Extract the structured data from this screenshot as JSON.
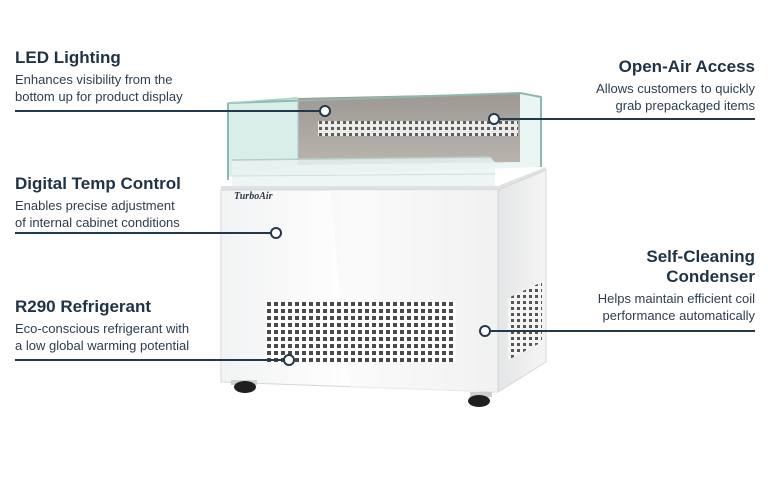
{
  "product": {
    "brand_label": "TurboAir"
  },
  "callouts": {
    "led": {
      "title": "LED Lighting",
      "desc_line1": "Enhances visibility from the",
      "desc_line2": "bottom up for product display"
    },
    "temp": {
      "title": "Digital Temp Control",
      "desc_line1": "Enables precise adjustment",
      "desc_line2": "of internal cabinet conditions"
    },
    "refrigerant": {
      "title": "R290 Refrigerant",
      "desc_line1": "Eco-conscious refrigerant with",
      "desc_line2": "a low global warming potential"
    },
    "open_air": {
      "title": "Open-Air Access",
      "desc_line1": "Allows customers to quickly",
      "desc_line2": "grab prepackaged items"
    },
    "condenser": {
      "title_line1": "Self-Cleaning",
      "title_line2": "Condenser",
      "desc_line1": "Helps maintain efficient coil",
      "desc_line2": "performance automatically"
    }
  },
  "colors": {
    "accent_line": "#22394d",
    "heading": "#213446",
    "body_text": "#2c3e4f"
  }
}
